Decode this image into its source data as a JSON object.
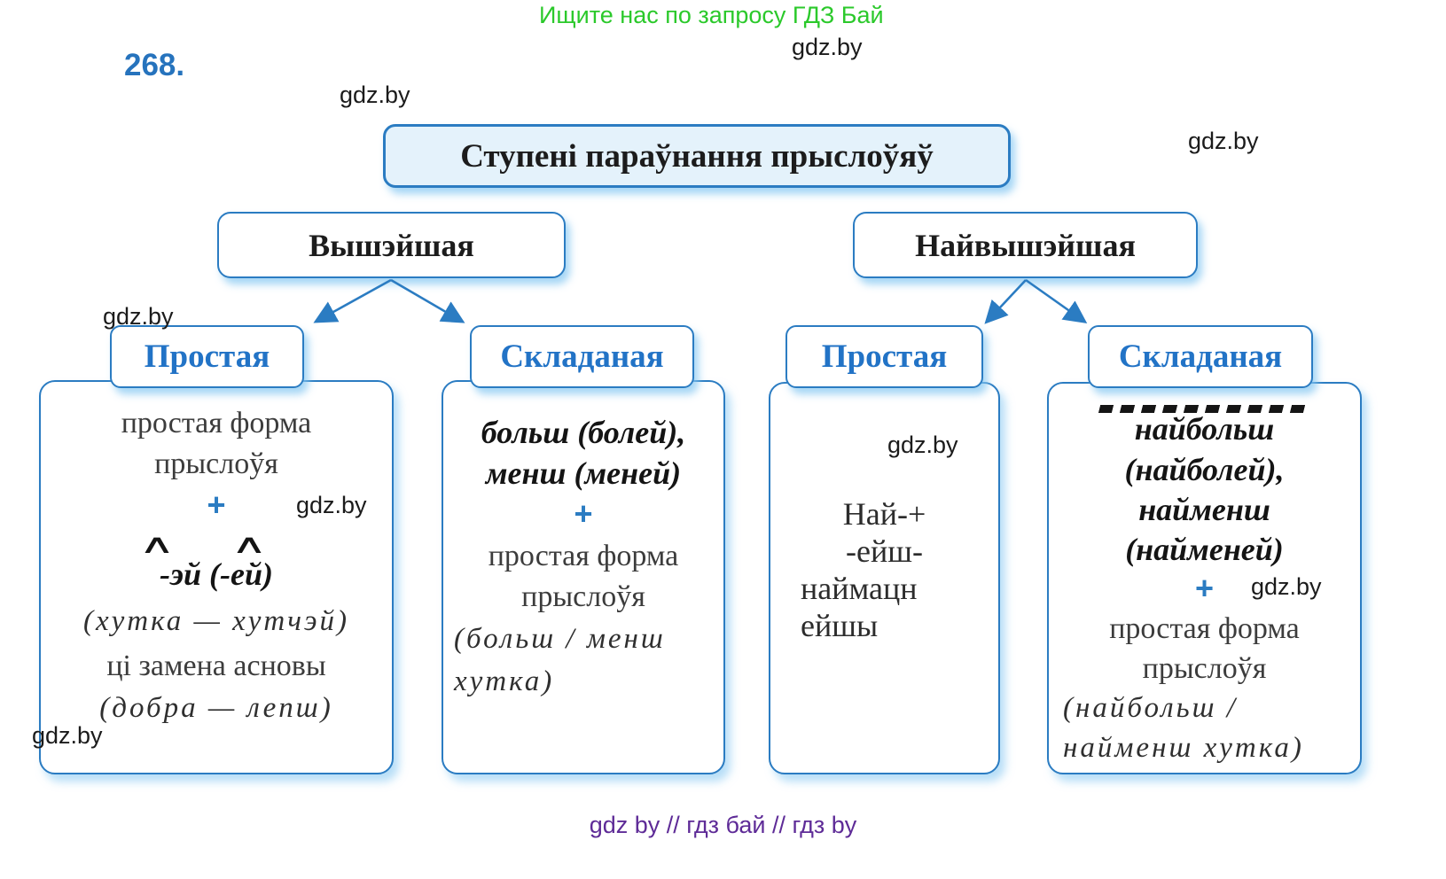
{
  "watermark": {
    "label": "gdz.by"
  },
  "header": {
    "promo": "Ищите нас по запросу ГДЗ Бай",
    "exercise_number": "268."
  },
  "footer": {
    "text": "gdz by  //  гдз бай  //  гдз by"
  },
  "colors": {
    "accent_blue": "#2b7cc2",
    "label_blue": "#2273c6",
    "title_fill": "#e4f2fb",
    "promo_green": "#2bc92b",
    "footer_purple": "#5e2b97"
  },
  "diagram": {
    "title": "Ступені параўнання прыслоўяў",
    "branches": [
      {
        "label": "Вышэйшая"
      },
      {
        "label": "Найвышэйшая"
      }
    ],
    "forms": [
      {
        "label": "Простая"
      },
      {
        "label": "Складаная"
      },
      {
        "label": "Простая"
      },
      {
        "label": "Складаная"
      }
    ],
    "hat": "∧",
    "box1": {
      "line1": "простая форма",
      "line2": "прыслоўя",
      "plus": "+",
      "suffix": "-эй (-ей)",
      "example1": "(хутка — хутчэй)",
      "line3": "ці замена асновы",
      "example2": "(добра — лепш)"
    },
    "box2": {
      "line1": "больш (болей),",
      "line2": "менш (меней)",
      "plus": "+",
      "line3": "простая форма",
      "line4": "прыслоўя",
      "example1": "(больш / менш",
      "example2": "хутка)"
    },
    "box3": {
      "line1": "Най-+",
      "line2": "-ейш-",
      "line3": "наймацн",
      "line4": "ейшы"
    },
    "box4": {
      "line1": "найбольш",
      "line2": "(найболей),",
      "line3": "найменш",
      "line4": "(найменей)",
      "plus": "+",
      "line5": "простая форма",
      "line6": "прыслоўя",
      "example1": "(найбольш /",
      "example2": "найменш хутка)"
    }
  }
}
